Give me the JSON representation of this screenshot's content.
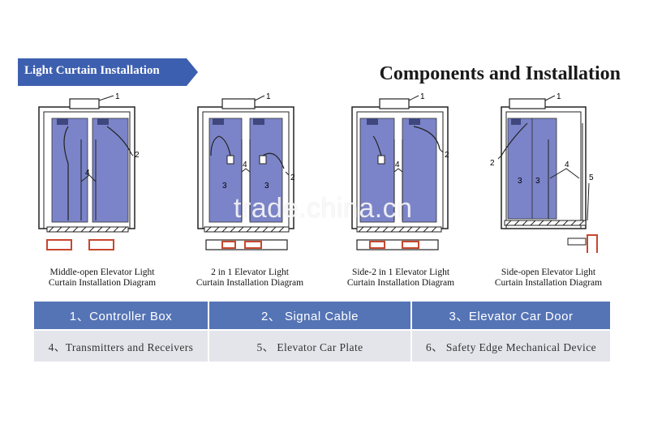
{
  "banner": {
    "label": "Light Curtain Installation",
    "color": "#3d5faf"
  },
  "title": "Components and Installation",
  "watermark": "trade.china.cn",
  "diagrams": [
    {
      "caption_line1": "Middle-open Elevator Light",
      "caption_line2": "Curtain Installation Diagram",
      "callouts": [
        "1",
        "2",
        "4"
      ]
    },
    {
      "caption_line1": "2 in 1 Elevator Light",
      "caption_line2": "Curtain Installation Diagram",
      "callouts": [
        "1",
        "2",
        "3",
        "3",
        "4"
      ]
    },
    {
      "caption_line1": "Side-2 in 1 Elevator Light",
      "caption_line2": "Curtain Installation Diagram",
      "callouts": [
        "1",
        "2",
        "4"
      ]
    },
    {
      "caption_line1": "Side-open Elevator Light",
      "caption_line2": "Curtain Installation Diagram",
      "callouts": [
        "1",
        "2",
        "3",
        "3",
        "4",
        "5"
      ]
    }
  ],
  "legend": {
    "top": [
      "1、Controller Box",
      "2、 Signal Cable",
      "3、Elevator Car Door"
    ],
    "bottom": [
      "4、Transmitters and Receivers",
      "5、  Elevator Car Plate",
      "6、 Safety Edge Mechanical Device"
    ]
  },
  "colors": {
    "panel": "#7b84c8",
    "legend_top": "#5574b6",
    "legend_bottom": "#e4e5ea",
    "plate_red": "#c8472e"
  }
}
